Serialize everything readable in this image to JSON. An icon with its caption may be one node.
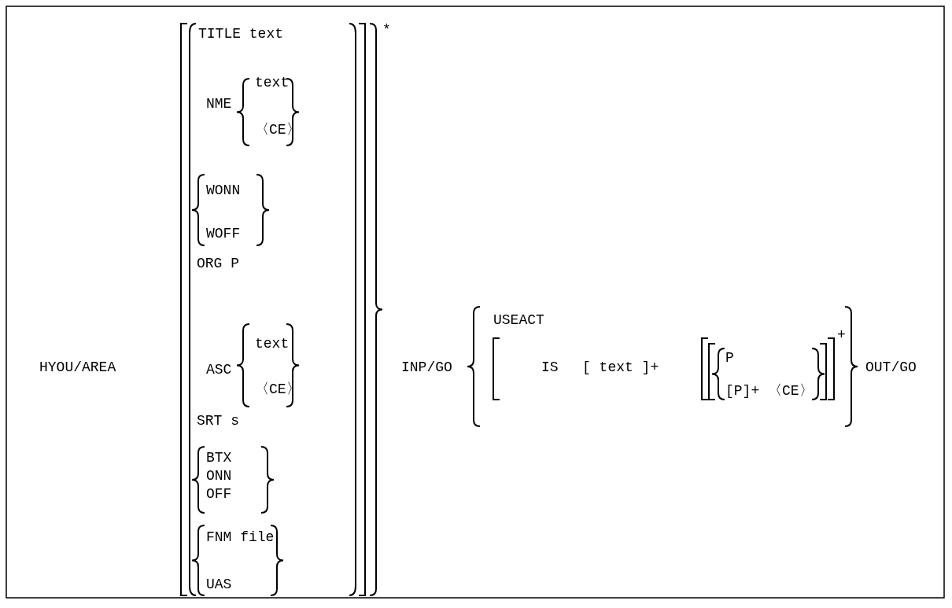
{
  "diagram": {
    "labels": [
      "HYOU/AREA",
      "TITLE text",
      "NME",
      "text",
      "〈CE〉",
      "WONN",
      "WOFF",
      "ORG P",
      "ASC",
      "text",
      "〈CE〉",
      "SRT s",
      "BTX",
      "ONN",
      "OFF",
      "FNM file",
      "UAS",
      "*",
      "INP/GO",
      "USEACT",
      "IS",
      "[ text ]+",
      "P",
      "[P]+ 〈CE〉",
      "+",
      "OUT/GO"
    ]
  }
}
